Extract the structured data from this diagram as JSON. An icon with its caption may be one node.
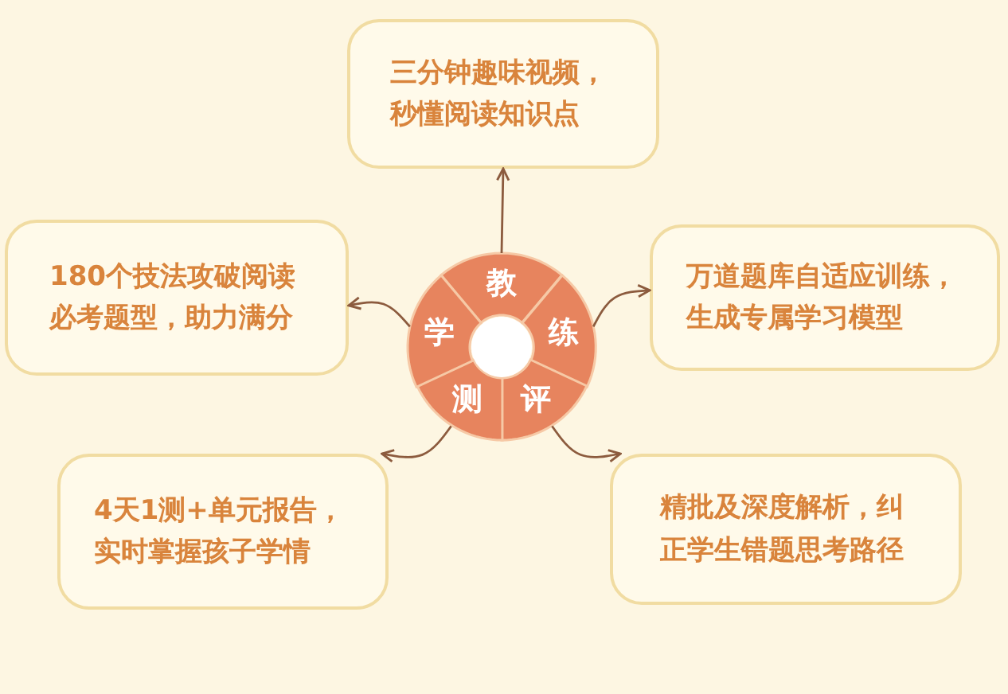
{
  "diagram": {
    "nodes": [
      {
        "text": [
          "教"
        ]
      },
      {
        "text": [
          "练"
        ]
      },
      {
        "text": [
          "评"
        ]
      },
      {
        "text": [
          "测"
        ]
      },
      {
        "text": [
          "学"
        ]
      },
      {
        "text": [
          "三分钟趣味视频，秒懂阅读知识点"
        ]
      },
      {
        "text": [
          "万道题库自适应训练，生成专属学习模型"
        ]
      },
      {
        "text": [
          "精批及深度解析，纠正学生错题思考路径"
        ]
      },
      {
        "text": [
          "4天1测+单元报告，实时掌握孩子学情"
        ]
      },
      {
        "text": [
          "180个技法攻破阅读必考题型，助力满分"
        ]
      }
    ],
    "edges": [
      {
        "from": 0,
        "to": 5,
        "arrow": "to"
      },
      {
        "from": 1,
        "to": 6,
        "arrow": "to"
      },
      {
        "from": 2,
        "to": 7,
        "arrow": "to"
      },
      {
        "from": 3,
        "to": 8,
        "arrow": "to"
      },
      {
        "from": 4,
        "to": 9,
        "arrow": "to"
      }
    ]
  }
}
